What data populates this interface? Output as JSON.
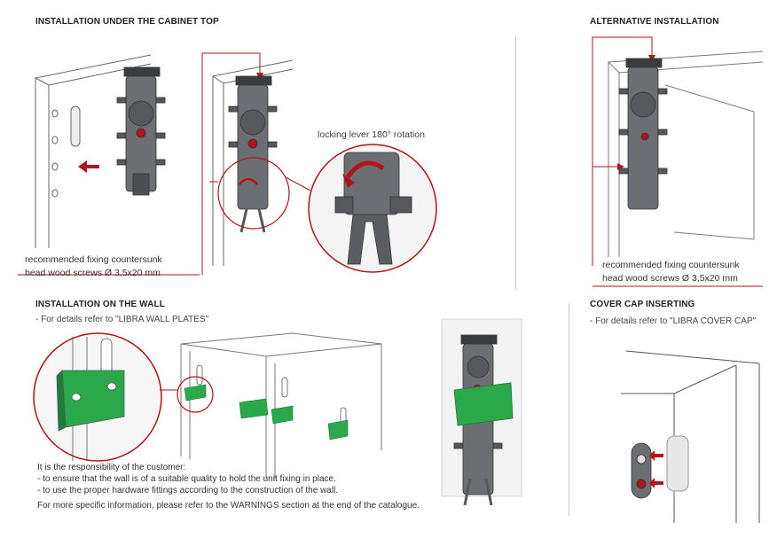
{
  "sections": {
    "cabinet_top": {
      "title": "INSTALLATION UNDER THE CABINET TOP",
      "lever_caption": "locking lever 180° rotation",
      "screws_line1": "recommended   fixing   countersunk",
      "screws_line2": "head wood screws Ø 3,5x20 mm"
    },
    "alternative": {
      "title": "ALTERNATIVE INSTALLATION",
      "screws_line1": "recommended  fixing  countersunk",
      "screws_line2": "head wood screws Ø 3,5x20 mm"
    },
    "wall": {
      "title": "INSTALLATION ON THE WALL",
      "note": "- For details refer to \"LIBRA WALL PLATES\""
    },
    "cover_cap": {
      "title": "COVER CAP INSERTING",
      "note": "- For details refer to \"LIBRA COVER CAP\""
    }
  },
  "responsibility": {
    "line1": "It is the responsibility of the customer:",
    "line2": "- to ensure that the wall is of a suitable quality to hold the unit fixing in place.",
    "line3": "- to use the proper hardware fittings according to the construction of the wall.",
    "line4": "For more specific information, please refer to the WARNINGS section at the end of the catalogue."
  },
  "colors": {
    "accent_red": "#b5121b",
    "plate_green": "#2aa84a",
    "hanger_grey": "#55585c"
  }
}
